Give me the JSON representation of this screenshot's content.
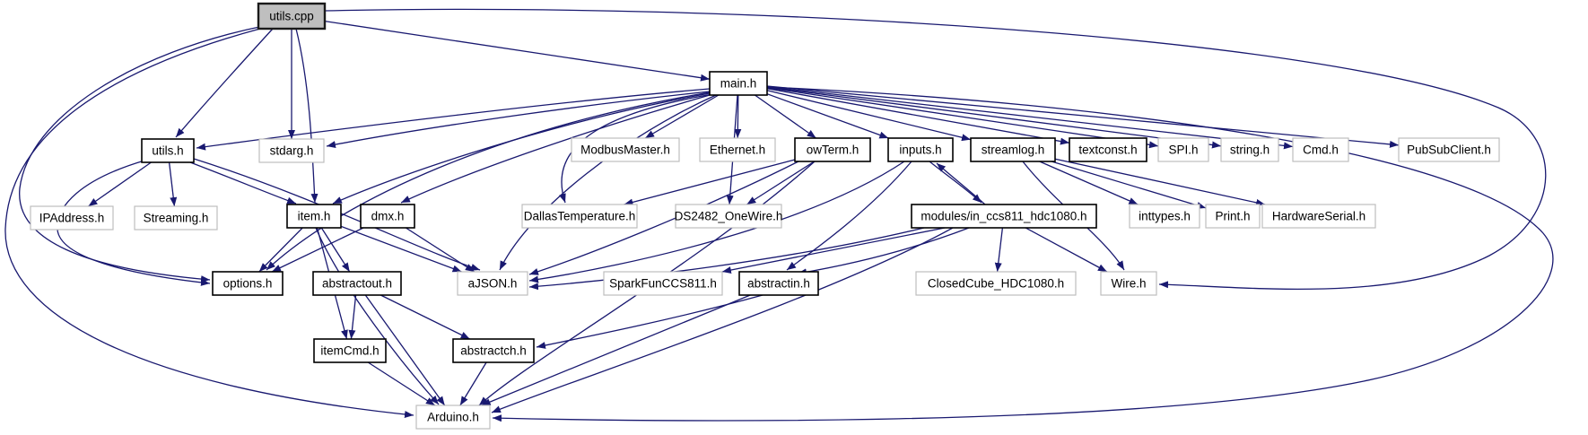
{
  "diagram": {
    "kind": "include-dependency-graph",
    "root_file": "utils.cpp"
  },
  "colors": {
    "edge": "#191970",
    "source_node_fill": "#bfbfbf",
    "internal_node_border": "#000000",
    "external_node_border": "#bdbdbd",
    "background": "#ffffff",
    "text": "#000000"
  },
  "nodes": [
    {
      "id": "utils_cpp",
      "label": "utils.cpp",
      "type": "source"
    },
    {
      "id": "main_h",
      "label": "main.h",
      "type": "internal"
    },
    {
      "id": "utils_h",
      "label": "utils.h",
      "type": "internal"
    },
    {
      "id": "stdarg_h",
      "label": "stdarg.h",
      "type": "external"
    },
    {
      "id": "ModbusMaster_h",
      "label": "ModbusMaster.h",
      "type": "external"
    },
    {
      "id": "Ethernet_h",
      "label": "Ethernet.h",
      "type": "external"
    },
    {
      "id": "owTerm_h",
      "label": "owTerm.h",
      "type": "internal"
    },
    {
      "id": "inputs_h",
      "label": "inputs.h",
      "type": "internal"
    },
    {
      "id": "streamlog_h",
      "label": "streamlog.h",
      "type": "internal"
    },
    {
      "id": "textconst_h",
      "label": "textconst.h",
      "type": "internal"
    },
    {
      "id": "SPI_h",
      "label": "SPI.h",
      "type": "external"
    },
    {
      "id": "string_h",
      "label": "string.h",
      "type": "external"
    },
    {
      "id": "Cmd_h",
      "label": "Cmd.h",
      "type": "external"
    },
    {
      "id": "PubSubClient_h",
      "label": "PubSubClient.h",
      "type": "external"
    },
    {
      "id": "IPAddress_h",
      "label": "IPAddress.h",
      "type": "external"
    },
    {
      "id": "Streaming_h",
      "label": "Streaming.h",
      "type": "external"
    },
    {
      "id": "item_h",
      "label": "item.h",
      "type": "internal"
    },
    {
      "id": "dmx_h",
      "label": "dmx.h",
      "type": "internal"
    },
    {
      "id": "DallasTemperature_h",
      "label": "DallasTemperature.h",
      "type": "external"
    },
    {
      "id": "DS2482_OneWire_h",
      "label": "DS2482_OneWire.h",
      "type": "external"
    },
    {
      "id": "modules_in_ccs811_hdc1080_h",
      "label": "modules/in_ccs811_hdc1080.h",
      "type": "internal"
    },
    {
      "id": "inttypes_h",
      "label": "inttypes.h",
      "type": "external"
    },
    {
      "id": "Print_h",
      "label": "Print.h",
      "type": "external"
    },
    {
      "id": "HardwareSerial_h",
      "label": "HardwareSerial.h",
      "type": "external"
    },
    {
      "id": "options_h",
      "label": "options.h",
      "type": "internal"
    },
    {
      "id": "abstractout_h",
      "label": "abstractout.h",
      "type": "internal"
    },
    {
      "id": "aJSON_h",
      "label": "aJSON.h",
      "type": "external"
    },
    {
      "id": "SparkFunCCS811_h",
      "label": "SparkFunCCS811.h",
      "type": "external"
    },
    {
      "id": "abstractin_h",
      "label": "abstractin.h",
      "type": "internal"
    },
    {
      "id": "ClosedCube_HDC1080_h",
      "label": "ClosedCube_HDC1080.h",
      "type": "external"
    },
    {
      "id": "Wire_h",
      "label": "Wire.h",
      "type": "external"
    },
    {
      "id": "itemCmd_h",
      "label": "itemCmd.h",
      "type": "internal"
    },
    {
      "id": "abstractch_h",
      "label": "abstractch.h",
      "type": "internal"
    },
    {
      "id": "Arduino_h",
      "label": "Arduino.h",
      "type": "external"
    }
  ],
  "edges": [
    {
      "from": "utils_cpp",
      "to": "utils_h"
    },
    {
      "from": "utils_cpp",
      "to": "stdarg_h"
    },
    {
      "from": "utils_cpp",
      "to": "main_h"
    },
    {
      "from": "utils_cpp",
      "to": "item_h"
    },
    {
      "from": "utils_cpp",
      "to": "options_h"
    },
    {
      "from": "utils_cpp",
      "to": "Wire_h"
    },
    {
      "from": "utils_cpp",
      "to": "Arduino_h"
    },
    {
      "from": "main_h",
      "to": "utils_h"
    },
    {
      "from": "main_h",
      "to": "stdarg_h"
    },
    {
      "from": "main_h",
      "to": "ModbusMaster_h"
    },
    {
      "from": "main_h",
      "to": "Ethernet_h"
    },
    {
      "from": "main_h",
      "to": "owTerm_h"
    },
    {
      "from": "main_h",
      "to": "inputs_h"
    },
    {
      "from": "main_h",
      "to": "streamlog_h"
    },
    {
      "from": "main_h",
      "to": "textconst_h"
    },
    {
      "from": "main_h",
      "to": "SPI_h"
    },
    {
      "from": "main_h",
      "to": "string_h"
    },
    {
      "from": "main_h",
      "to": "Cmd_h"
    },
    {
      "from": "main_h",
      "to": "PubSubClient_h"
    },
    {
      "from": "main_h",
      "to": "item_h"
    },
    {
      "from": "main_h",
      "to": "dmx_h"
    },
    {
      "from": "main_h",
      "to": "options_h"
    },
    {
      "from": "main_h",
      "to": "aJSON_h"
    },
    {
      "from": "main_h",
      "to": "DallasTemperature_h"
    },
    {
      "from": "main_h",
      "to": "DS2482_OneWire_h"
    },
    {
      "from": "main_h",
      "to": "Arduino_h"
    },
    {
      "from": "utils_h",
      "to": "IPAddress_h"
    },
    {
      "from": "utils_h",
      "to": "Streaming_h"
    },
    {
      "from": "utils_h",
      "to": "item_h"
    },
    {
      "from": "utils_h",
      "to": "aJSON_h"
    },
    {
      "from": "utils_h",
      "to": "options_h"
    },
    {
      "from": "item_h",
      "to": "options_h"
    },
    {
      "from": "item_h",
      "to": "abstractout_h"
    },
    {
      "from": "item_h",
      "to": "itemCmd_h"
    },
    {
      "from": "item_h",
      "to": "aJSON_h"
    },
    {
      "from": "item_h",
      "to": "Arduino_h"
    },
    {
      "from": "dmx_h",
      "to": "options_h"
    },
    {
      "from": "dmx_h",
      "to": "aJSON_h"
    },
    {
      "from": "owTerm_h",
      "to": "DallasTemperature_h"
    },
    {
      "from": "owTerm_h",
      "to": "DS2482_OneWire_h"
    },
    {
      "from": "owTerm_h",
      "to": "aJSON_h"
    },
    {
      "from": "owTerm_h",
      "to": "Arduino_h"
    },
    {
      "from": "inputs_h",
      "to": "modules_in_ccs811_hdc1080_h"
    },
    {
      "from": "inputs_h",
      "to": "abstractin_h"
    },
    {
      "from": "inputs_h",
      "to": "aJSON_h"
    },
    {
      "from": "streamlog_h",
      "to": "inttypes_h"
    },
    {
      "from": "streamlog_h",
      "to": "Print_h"
    },
    {
      "from": "streamlog_h",
      "to": "HardwareSerial_h"
    },
    {
      "from": "streamlog_h",
      "to": "Wire_h"
    },
    {
      "from": "modules_in_ccs811_hdc1080_h",
      "to": "inputs_h"
    },
    {
      "from": "modules_in_ccs811_hdc1080_h",
      "to": "SparkFunCCS811_h"
    },
    {
      "from": "modules_in_ccs811_hdc1080_h",
      "to": "ClosedCube_HDC1080_h"
    },
    {
      "from": "modules_in_ccs811_hdc1080_h",
      "to": "Wire_h"
    },
    {
      "from": "modules_in_ccs811_hdc1080_h",
      "to": "aJSON_h"
    },
    {
      "from": "modules_in_ccs811_hdc1080_h",
      "to": "abstractin_h"
    },
    {
      "from": "modules_in_ccs811_hdc1080_h",
      "to": "Arduino_h"
    },
    {
      "from": "abstractout_h",
      "to": "itemCmd_h"
    },
    {
      "from": "abstractout_h",
      "to": "abstractch_h"
    },
    {
      "from": "abstractout_h",
      "to": "Arduino_h"
    },
    {
      "from": "abstractin_h",
      "to": "abstractch_h"
    },
    {
      "from": "abstractin_h",
      "to": "Arduino_h"
    },
    {
      "from": "itemCmd_h",
      "to": "Arduino_h"
    },
    {
      "from": "abstractch_h",
      "to": "Arduino_h"
    }
  ]
}
